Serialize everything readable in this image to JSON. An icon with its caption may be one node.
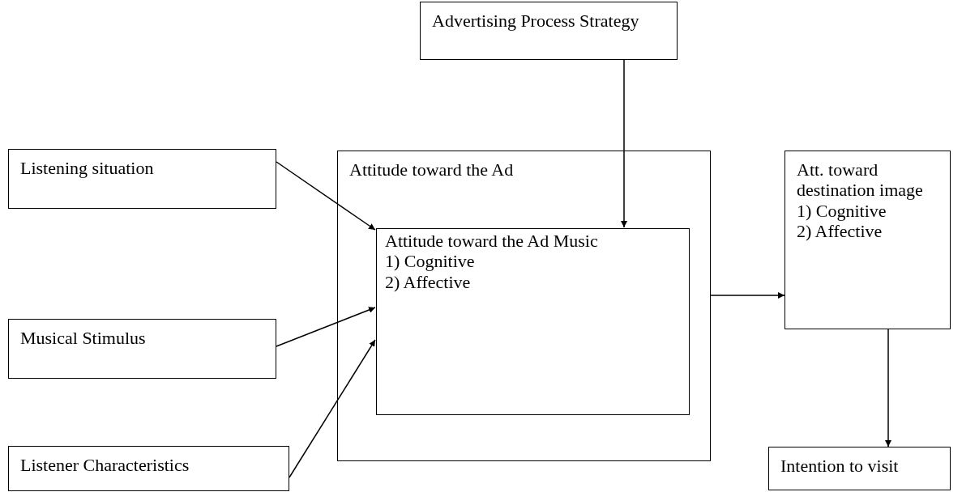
{
  "diagram": {
    "nodes": [
      {
        "text": [
          "Advertising Process Strategy"
        ]
      },
      {
        "text": [
          "Listening situation"
        ]
      },
      {
        "text": [
          "Attitude toward the Ad"
        ]
      },
      {
        "text": [
          "Attitude toward the Ad Music",
          "1) Cognitive",
          "2) Affective"
        ],
        "in": 2
      },
      {
        "text": [
          "Musical Stimulus"
        ]
      },
      {
        "text": [
          "Listener Characteristics"
        ]
      },
      {
        "text": [
          "Att. toward destination image",
          "1) Cognitive",
          "2) Affective"
        ]
      },
      {
        "text": [
          "Intention to visit"
        ]
      }
    ],
    "edges": [
      {
        "from": 0,
        "to": 3,
        "arrow": "to"
      },
      {
        "from": 1,
        "to": 3,
        "arrow": "to"
      },
      {
        "from": 4,
        "to": 3,
        "arrow": "to"
      },
      {
        "from": 5,
        "to": 3,
        "arrow": "to"
      },
      {
        "from": 2,
        "to": 6,
        "arrow": "to"
      },
      {
        "from": 6,
        "to": 7,
        "arrow": "to"
      }
    ]
  }
}
